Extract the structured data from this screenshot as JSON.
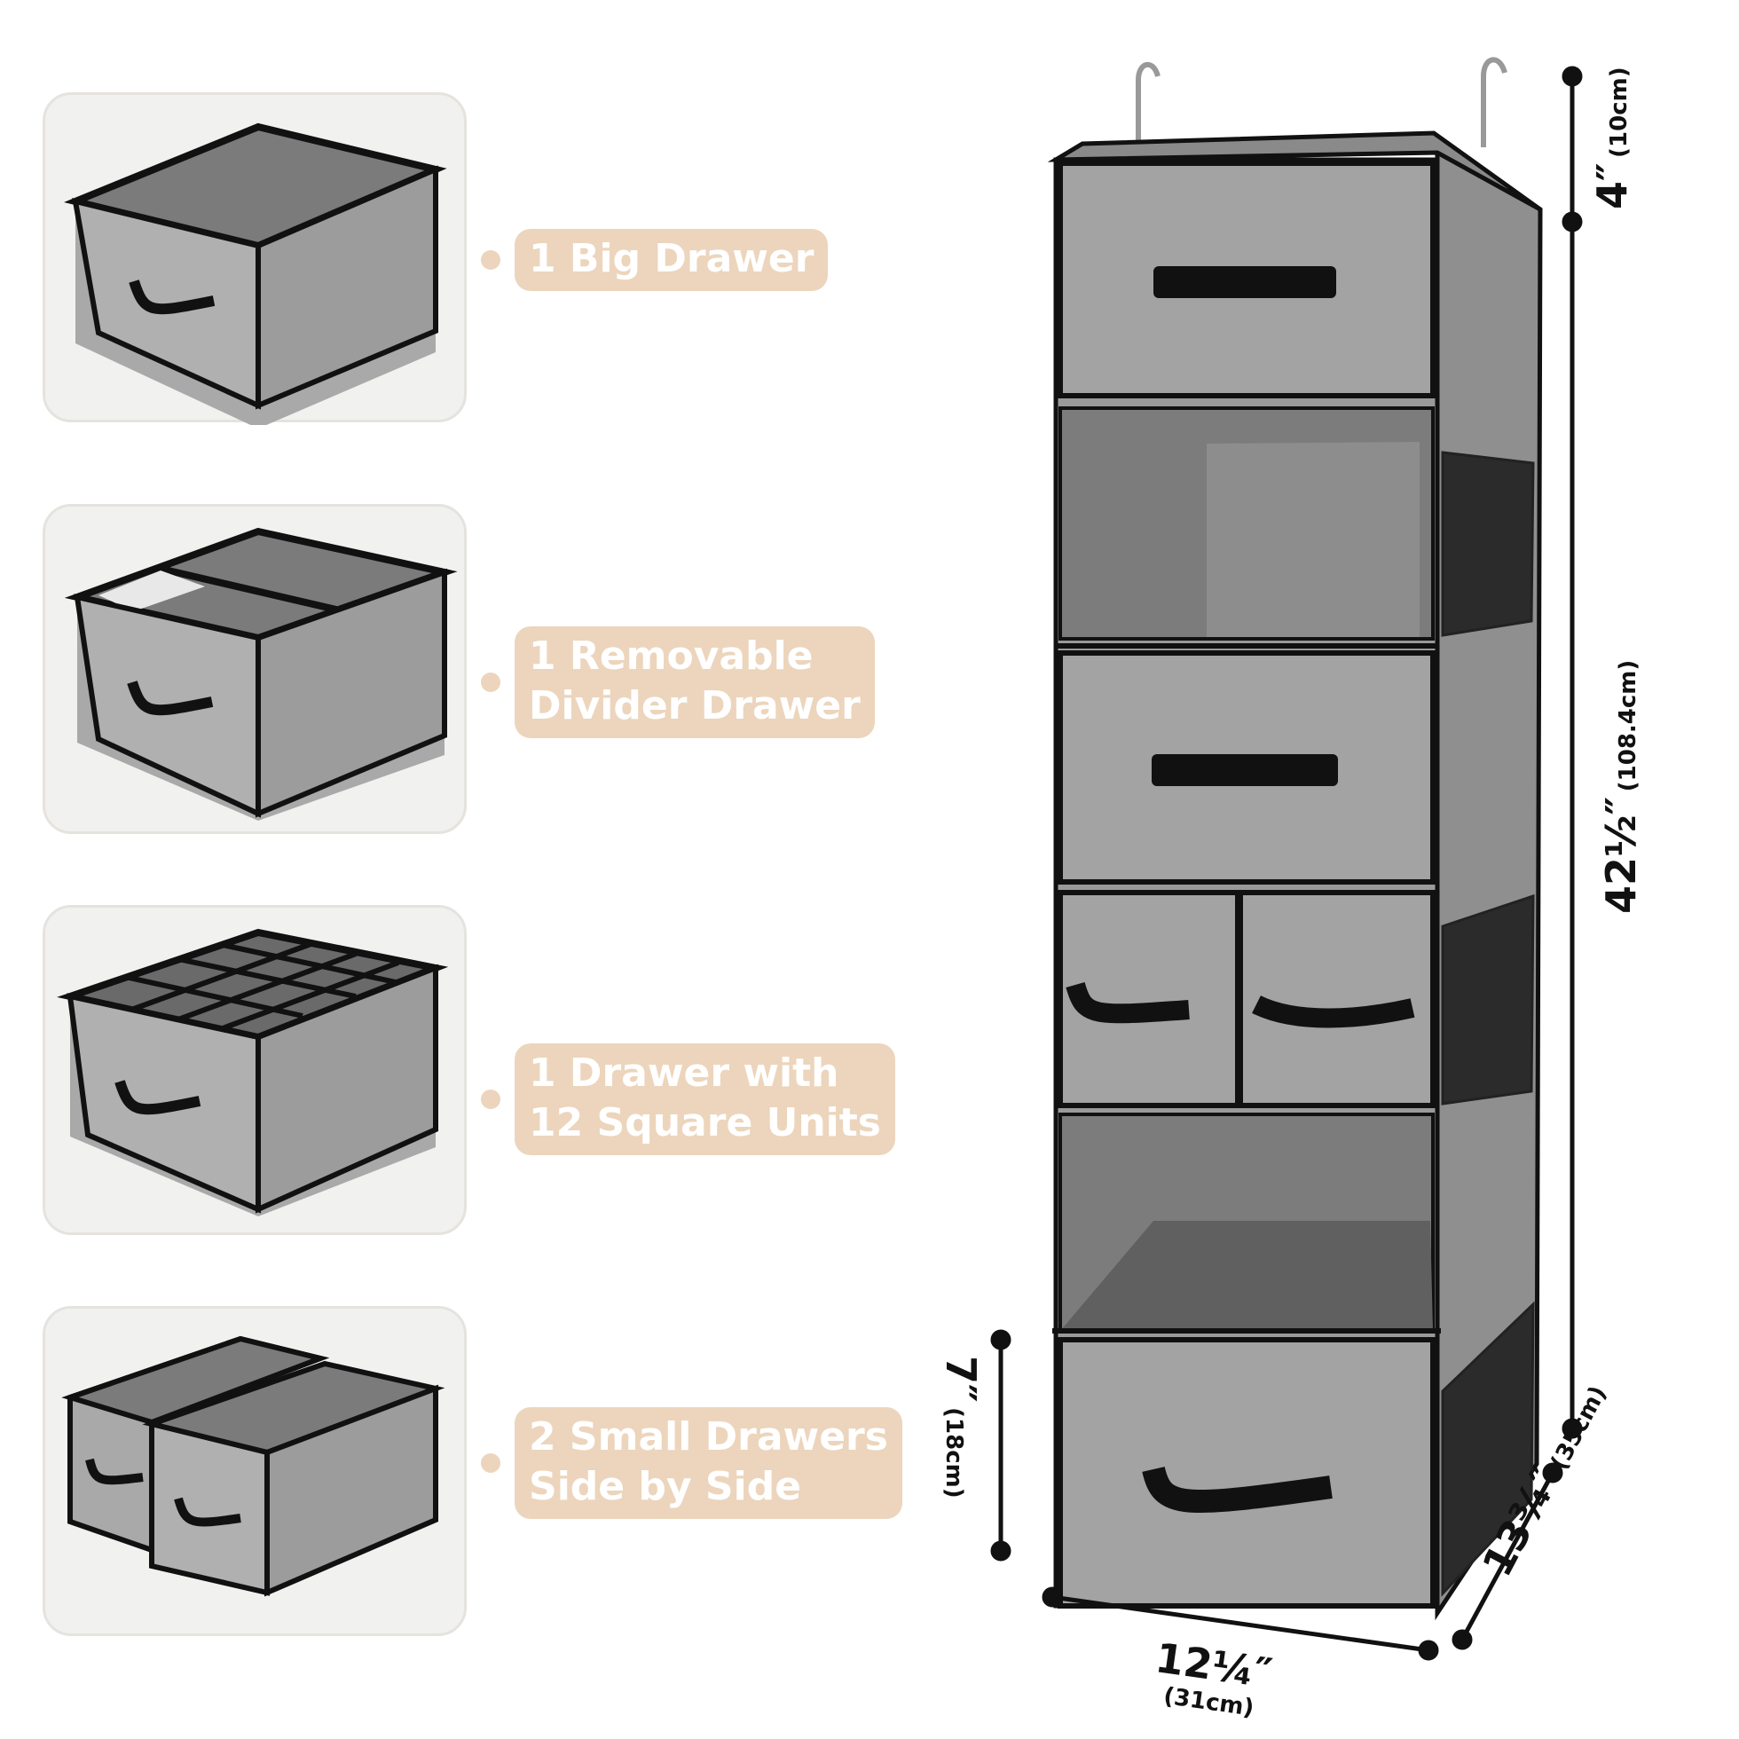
{
  "features": [
    {
      "label": "1 Big Drawer"
    },
    {
      "label": "1 Removable\nDivider Drawer"
    },
    {
      "label": "1 Drawer with\n12 Square Units"
    },
    {
      "label": "2 Small Drawers\nSide by Side"
    }
  ],
  "dimensions": {
    "top_gap": {
      "value": "4″",
      "metric": "(10cm)"
    },
    "height": {
      "value": "42½″",
      "metric": "(108.4cm)"
    },
    "drawer_height": {
      "value": "7″",
      "metric": "(18cm)"
    },
    "width": {
      "value": "12¼″",
      "metric": "(31cm)"
    },
    "depth": {
      "value": "13¾″",
      "metric": "(35cm)"
    }
  },
  "colors": {
    "fabric": "#9a9a9a",
    "trim": "#111111",
    "label_bg": "#ecd5bc",
    "card_bg": "#f1f1ef"
  }
}
